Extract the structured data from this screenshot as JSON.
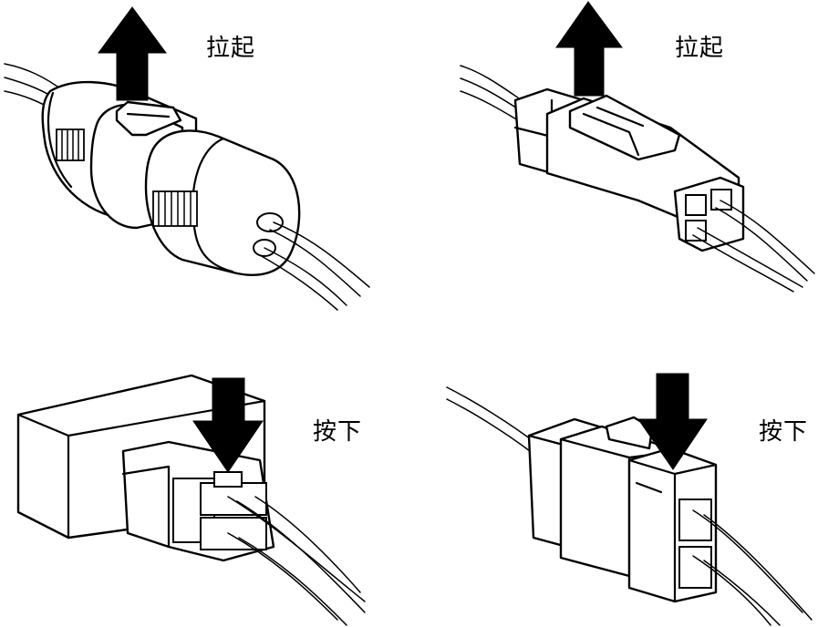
{
  "panels": [
    {
      "id": "top-left",
      "label": "拉起",
      "action": "pull-up",
      "connector": "round"
    },
    {
      "id": "top-right",
      "label": "拉起",
      "action": "pull-up",
      "connector": "rectangular"
    },
    {
      "id": "bottom-left",
      "label": "按下",
      "action": "push-down",
      "connector": "box-mounted"
    },
    {
      "id": "bottom-right",
      "label": "按下",
      "action": "push-down",
      "connector": "inline"
    }
  ],
  "icons": [
    "arrow-up-icon",
    "arrow-down-icon"
  ],
  "colors": {
    "ink": "#000000",
    "paper": "#ffffff"
  }
}
